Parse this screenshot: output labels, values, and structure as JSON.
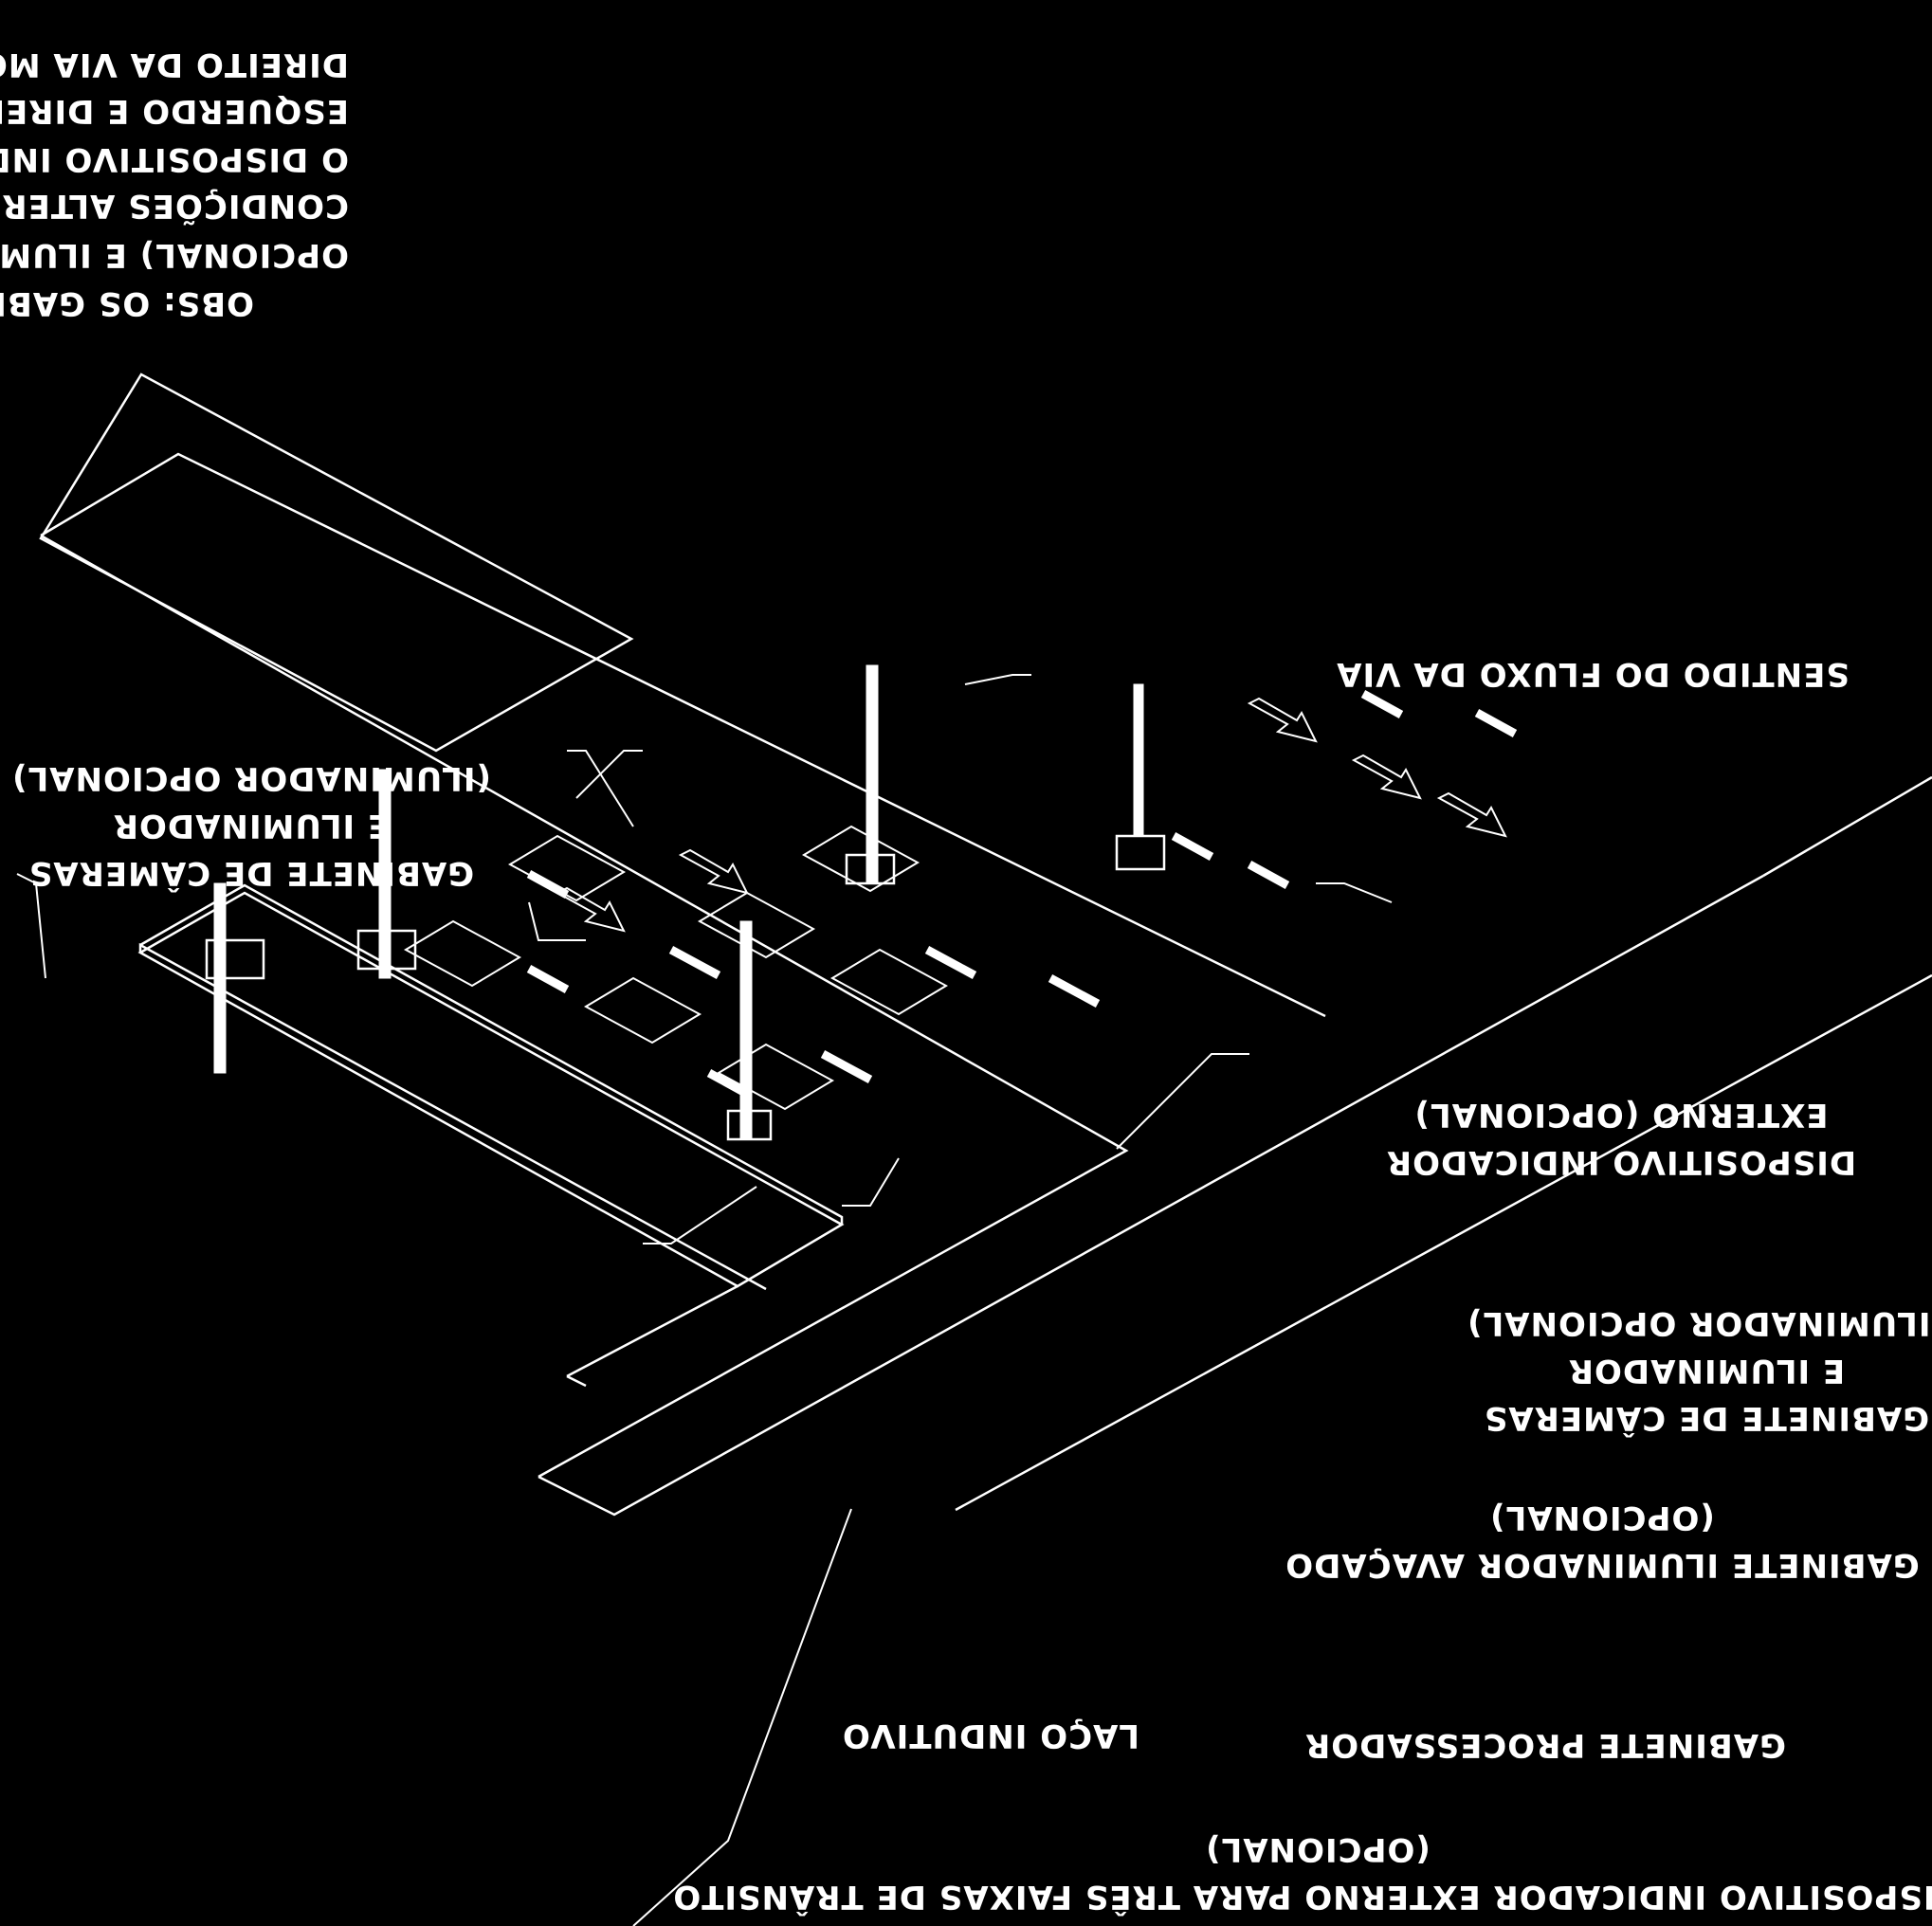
{
  "notes": [
    "OBS: OS GABINETES  PROCESSADOR ACOPLADO, CÂMERAS  E ILUMINADOR (ILUMINADOR",
    "OPCIONAL) E ILUMINADOR AVANÇADO (OPCIONAL) PODEM SER INSTALADOS EM",
    "CONDIÇÕES ALTERNADAS OU DO MESMO LADO NA VIA (ESQUERDO/DIREITO)",
    "O DISPOSITIVO INDICADOR  EXTERNO (OPCIONAL) DEVE SER INSTALADO NO LADO",
    "ESQUERDO E DIREITO PARA INDICAR A VELOCIDADE DO LADO ESQUERDO E DO LADO",
    "DIREITO DA VIA MONITORADA."
  ],
  "labels": {
    "flow_direction": "SENTIDO DO FLUXO DA VIA",
    "camera_cabinet_left": [
      "GABINETE DE CÂMERAS",
      "E ILUMINADOR",
      "(ILUMINADOR OPCIONAL)"
    ],
    "indicator_device": [
      "DISPOSITIVO INDICADOR",
      "EXTERNO (OPCIONAL)"
    ],
    "camera_cabinet_right": [
      "GABINETE DE CÂMERAS",
      "E ILUMINADOR",
      "(ILUMINADOR OPCIONAL)"
    ],
    "advanced_illuminator": [
      "GABINETE ILUMINADOR AVAÇADO",
      "(OPCIONAL)"
    ],
    "inductive_loop": "LAÇO INDUTIVO",
    "processor_cabinet": "GABINETE PROCESSADOR",
    "three_lane_indicator": [
      "DISPOSITIVO INDICADOR EXTERNO PARA TRÊS FAIXAS DE TRÂNSITO",
      "(OPCIONAL)"
    ]
  },
  "style": {
    "background": "#000000",
    "foreground": "#ffffff"
  }
}
